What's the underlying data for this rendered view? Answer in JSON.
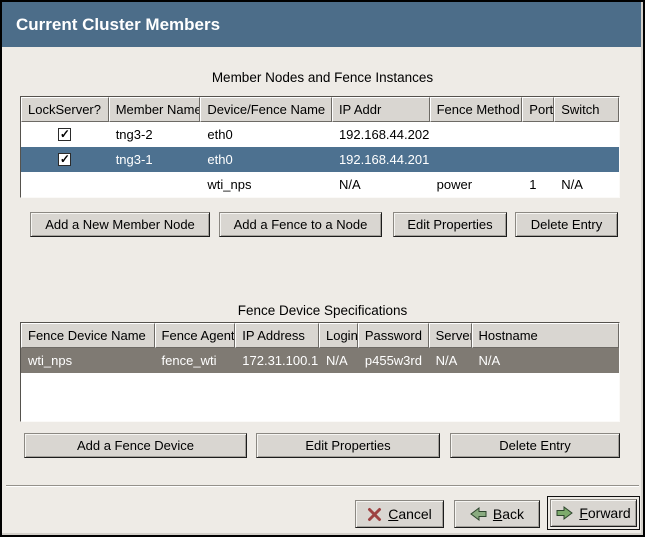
{
  "window": {
    "title": "Current Cluster Members"
  },
  "colors": {
    "titlebar": "#4c6d89",
    "selection_active": "#4d7190",
    "selection_inactive": "#7f7a73",
    "background": "#eeebe6",
    "button_face": "#d9d6d1",
    "cancel_icon_red": "#9e4242",
    "arrow_icon_green": "#7fa974"
  },
  "glyphs": {
    "checkbox_checked": "✓"
  },
  "member_section": {
    "label": "Member Nodes and Fence Instances",
    "columns": [
      "LockServer?",
      "Member Name",
      "Device/Fence Name",
      "IP Addr",
      "Fence Method",
      "Port",
      "Switch"
    ],
    "rows": [
      {
        "lockserver": "checked",
        "member_name": "tng3-2",
        "device": "eth0",
        "ip": "192.168.44.202",
        "method": "",
        "port": "",
        "switch": "",
        "selected": false
      },
      {
        "lockserver": "checked",
        "member_name": "tng3-1",
        "device": "eth0",
        "ip": "192.168.44.201",
        "method": "",
        "port": "",
        "switch": "",
        "selected": true
      },
      {
        "lockserver": "none",
        "member_name": "",
        "device": "wti_nps",
        "ip": "N/A",
        "method": "power",
        "port": "1",
        "switch": "N/A",
        "selected": false
      }
    ],
    "buttons": {
      "add_member": "Add a New Member Node",
      "add_fence": "Add a Fence to a Node",
      "edit": "Edit Properties",
      "delete": "Delete Entry"
    }
  },
  "fence_section": {
    "label": "Fence Device Specifications",
    "columns": [
      "Fence Device Name",
      "Fence Agent",
      "IP Address",
      "Login",
      "Password",
      "Server",
      "Hostname"
    ],
    "rows": [
      {
        "name": "wti_nps",
        "agent": "fence_wti",
        "ip": "172.31.100.1",
        "login": "N/A",
        "password": "p455w3rd",
        "server": "N/A",
        "hostname": "N/A",
        "selected": true
      }
    ],
    "buttons": {
      "add_device": "Add a Fence Device",
      "edit": "Edit Properties",
      "delete": "Delete Entry"
    }
  },
  "footer": {
    "cancel": {
      "mnemonic": "C",
      "rest": "ancel"
    },
    "back": {
      "mnemonic": "B",
      "rest": "ack"
    },
    "forward": {
      "mnemonic": "F",
      "rest": "orward"
    }
  }
}
